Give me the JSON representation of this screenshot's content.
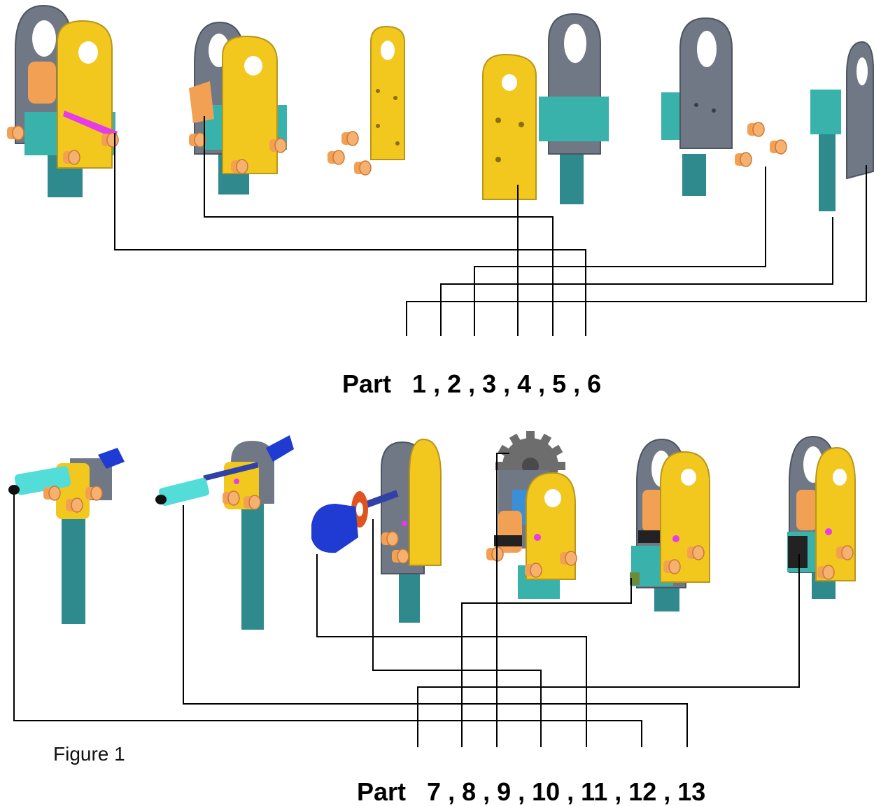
{
  "colors": {
    "yellow": "#f2c81f",
    "yellow_dark": "#b8961a",
    "gray": "#6f7884",
    "gray_dark": "#4e5560",
    "teal": "#38b2aa",
    "teal_dark": "#23807b",
    "pole": "#2e8a8c",
    "orange": "#f2a154",
    "orange_dark": "#c97832",
    "magenta": "#e53be8",
    "blue": "#1f3bd1",
    "cyan": "#52ddd8",
    "red_ring": "#e0531f",
    "gear": "#6d6d6d",
    "line": "#000000"
  },
  "row1": {
    "label": "Part",
    "numbers": "1 , 2 , 3 , 4 , 5 , 6"
  },
  "row2": {
    "label": "Part",
    "numbers": "7 , 8 , 9 , 10 , 11 , 12 , 13"
  },
  "figure_caption": "Figure 1"
}
